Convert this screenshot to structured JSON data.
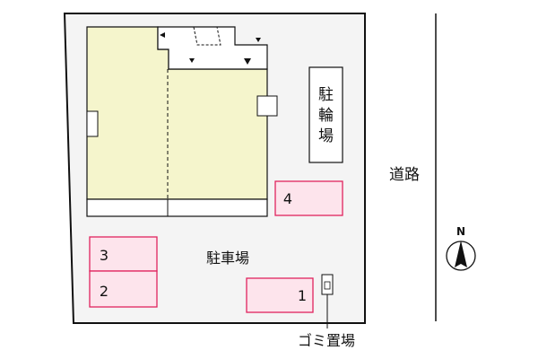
{
  "labels": {
    "bicycle_parking": [
      "駐",
      "輪",
      "場"
    ],
    "road": "道路",
    "parking_lot": "駐車場",
    "garbage": "ゴミ置場",
    "north": "N"
  },
  "parking_spaces": [
    {
      "number": "1"
    },
    {
      "number": "2"
    },
    {
      "number": "3"
    },
    {
      "number": "4"
    }
  ],
  "colors": {
    "lot_fill": "#f4f4f4",
    "building_fill": "#f5f5cc",
    "space_fill": "#fde4ec",
    "space_border": "#e0245e",
    "line": "#111111"
  }
}
